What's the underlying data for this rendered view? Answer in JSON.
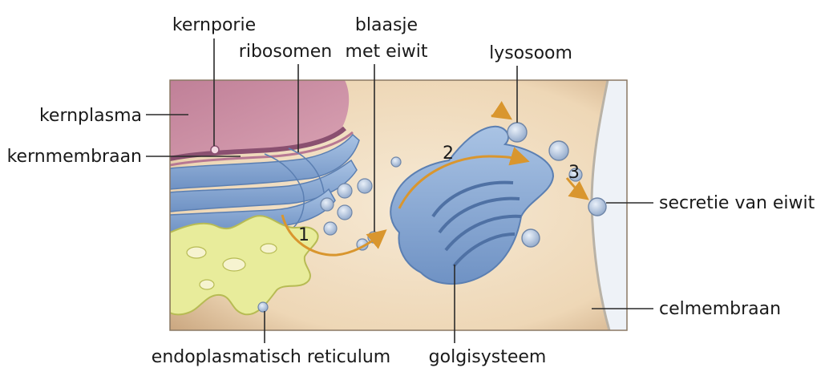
{
  "labels": {
    "kernporie": "kernporie",
    "ribosomen": "ribosomen",
    "blaasje_line1": "blaasje",
    "blaasje_line2": "met eiwit",
    "lysosoom": "lysosoom",
    "kernplasma": "kernplasma",
    "kernmembraan": "kernmembraan",
    "secretie": "secretie van eiwit",
    "celmembraan": "celmembraan",
    "er": "endoplasmatisch reticulum",
    "golgi": "golgisysteem"
  },
  "steps": [
    "1",
    "2",
    "3"
  ],
  "colors": {
    "cytoplasm": "#f3e2c8",
    "nucleus": "#c98aa0",
    "membrane_blue": "#8fb0d8",
    "er_yellow": "#e9ec9a",
    "arrow": "#d9962e",
    "cell_edge": "#e9eef4"
  }
}
